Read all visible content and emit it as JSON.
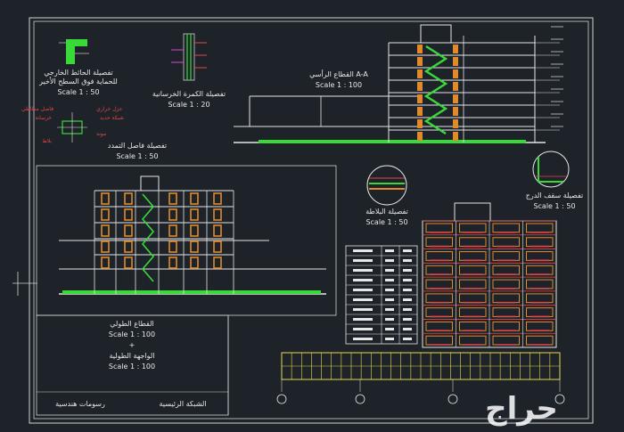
{
  "app": {
    "background": "#1e2329",
    "colors": {
      "frame": "#cfd3d6",
      "structure": "#e6e6e6",
      "slab": "#9aa0a6",
      "green": "#39d93a",
      "orange": "#e08a2c",
      "red": "#e0474c",
      "yellow": "#e8d94a",
      "cyan": "#56c7e0",
      "magenta": "#d94ad9",
      "blue": "#4a7ee0"
    }
  },
  "drawing": {
    "detail_parapet": {
      "title_line1": "تفصيلة الحائط الخارجي",
      "title_line2": "للحماية فوق السطح الأخير",
      "scale": "Scale 1 : 50"
    },
    "detail_column": {
      "title": "تفصيلة الكمرة الخرسانية",
      "scale": "Scale 1 : 20"
    },
    "detail_joint": {
      "title": "تفصيلة فاصل التمدد",
      "scale": "Scale 1 : 50",
      "labels": [
        "فاصل مطاطي",
        "عزل حراري",
        "خرسانة",
        "شبكة حديد",
        "بلاط",
        "مونة"
      ]
    },
    "section_aa": {
      "title": "القطاع الرأسي A-A",
      "scale": "Scale 1 : 100"
    },
    "detail_circle": {
      "title": "تفصيلة البلاطة",
      "scale": "Scale 1 : 50"
    },
    "detail_corner": {
      "title": "تفصيلة سقف الدرج",
      "scale": "Scale 1 : 50"
    },
    "title_block": {
      "line1": "القطاع الطولي",
      "scale1": "Scale 1 : 100",
      "plus": "+",
      "line2": "الواجهة الطولية",
      "scale2": "Scale 1 : 100",
      "footer_right": "الشبكة الرئيسية",
      "footer_left": "رسومات هندسية"
    },
    "watermark": "حراج"
  }
}
